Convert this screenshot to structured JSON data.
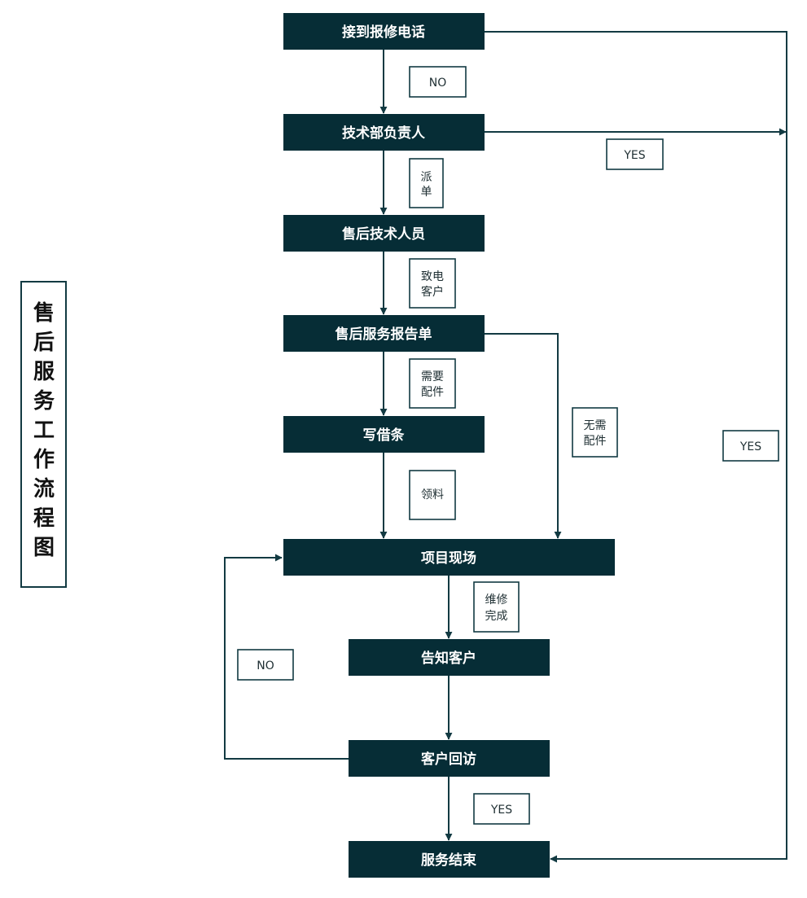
{
  "colors": {
    "node_fill": "#062d36",
    "line": "#123a42",
    "label_border": "#123a42",
    "text_on_node": "#ffffff",
    "label_text": "#1f2f33",
    "title_text": "#111111"
  },
  "title": {
    "chars": [
      "售",
      "后",
      "服",
      "务",
      "工",
      "作",
      "流",
      "程",
      "图"
    ]
  },
  "nodes": {
    "receive_call": "接到报修电话",
    "tech_manager": "技术部负责人",
    "after_sales_tech": "售后技术人员",
    "service_report": "售后服务报告单",
    "write_iou": "写借条",
    "project_site": "项目现场",
    "notify_customer": "告知客户",
    "customer_revisit": "客户回访",
    "service_end": "服务结束"
  },
  "labels": {
    "no_1": [
      "NO"
    ],
    "yes_1": [
      "YES"
    ],
    "dispatch": [
      "派",
      "单"
    ],
    "call_customer": [
      "致电",
      "客户"
    ],
    "need_parts": [
      "需要",
      "配件"
    ],
    "no_parts": [
      "无需",
      "配件"
    ],
    "collect_parts": [
      "领料"
    ],
    "yes_right": [
      "YES"
    ],
    "repair_done": [
      "维修",
      "完成"
    ],
    "no_2": [
      "NO"
    ],
    "yes_2": [
      "YES"
    ]
  }
}
